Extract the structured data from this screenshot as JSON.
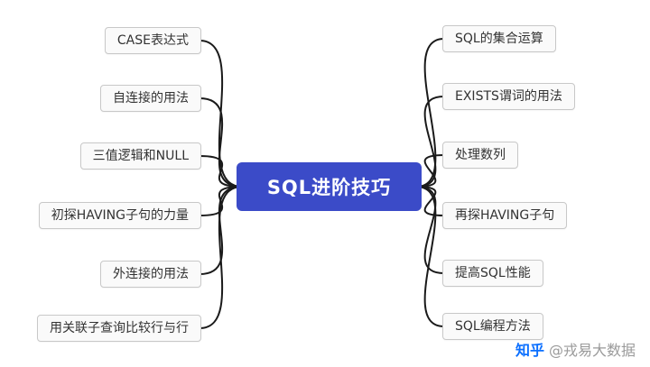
{
  "center": {
    "label": "SQL进阶技巧"
  },
  "left_branches": [
    {
      "label": "CASE表达式"
    },
    {
      "label": "自连接的用法"
    },
    {
      "label": "三值逻辑和NULL"
    },
    {
      "label": "初探HAVING子句的力量"
    },
    {
      "label": "外连接的用法"
    },
    {
      "label": "用关联子查询比较行与行"
    }
  ],
  "right_branches": [
    {
      "label": "SQL的集合运算"
    },
    {
      "label": "EXISTS谓词的用法"
    },
    {
      "label": "处理数列"
    },
    {
      "label": "再探HAVING子句"
    },
    {
      "label": "提高SQL性能"
    },
    {
      "label": "SQL编程方法"
    }
  ],
  "watermark": {
    "source": "知乎",
    "handle": "@戎易大数据"
  },
  "colors": {
    "center_bg": "#3b4bc8",
    "center_text": "#ffffff",
    "branch_bg": "#fafafa",
    "branch_border": "#c8c8c8",
    "link": "#1a1a1a",
    "zhihu_blue": "#0b6fff"
  }
}
